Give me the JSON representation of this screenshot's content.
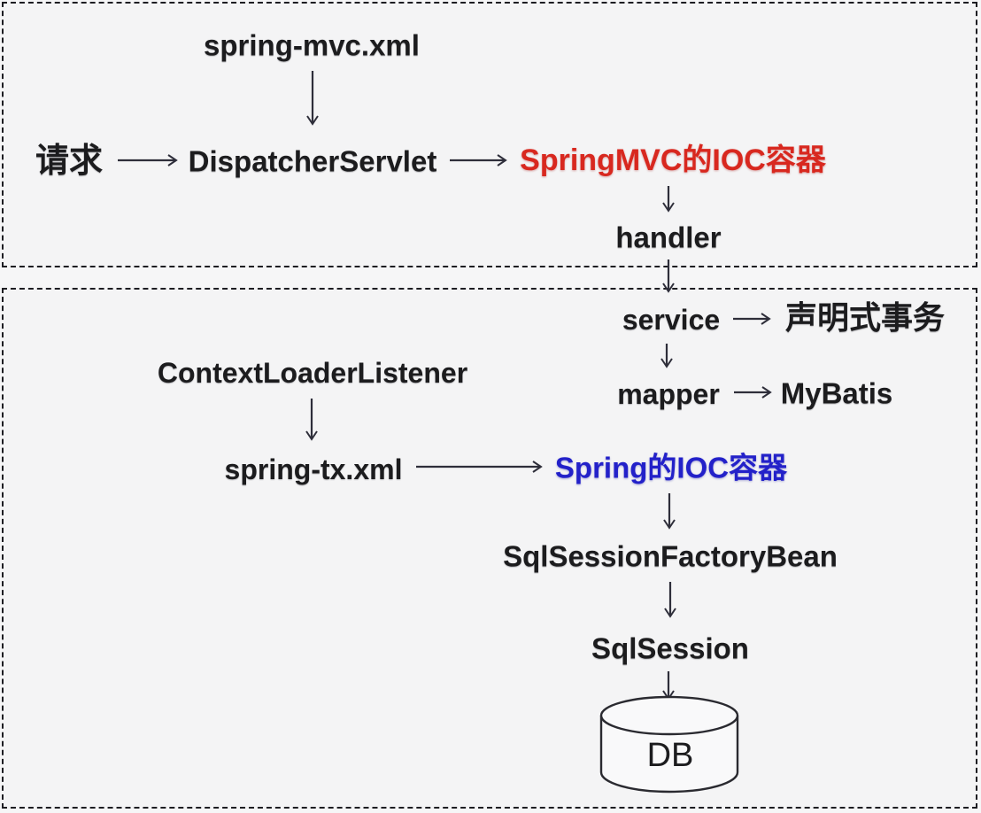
{
  "diagram": {
    "background_color": "#f4f4f5",
    "accent_red": "#d8281f",
    "accent_blue": "#2321c9",
    "springmvc_section": {
      "config_file": "spring-mvc.xml",
      "request": "请求",
      "dispatcher": "DispatcherServlet",
      "ioc_container": "SpringMVC的IOC容器",
      "handler": "handler"
    },
    "spring_section": {
      "service": "service",
      "declarative_transaction": "声明式事务",
      "mapper": "mapper",
      "mybatis": "MyBatis",
      "listener": "ContextLoaderListener",
      "config_file": "spring-tx.xml",
      "ioc_container": "Spring的IOC容器",
      "session_factory": "SqlSessionFactoryBean",
      "session": "SqlSession",
      "database": "DB"
    }
  }
}
